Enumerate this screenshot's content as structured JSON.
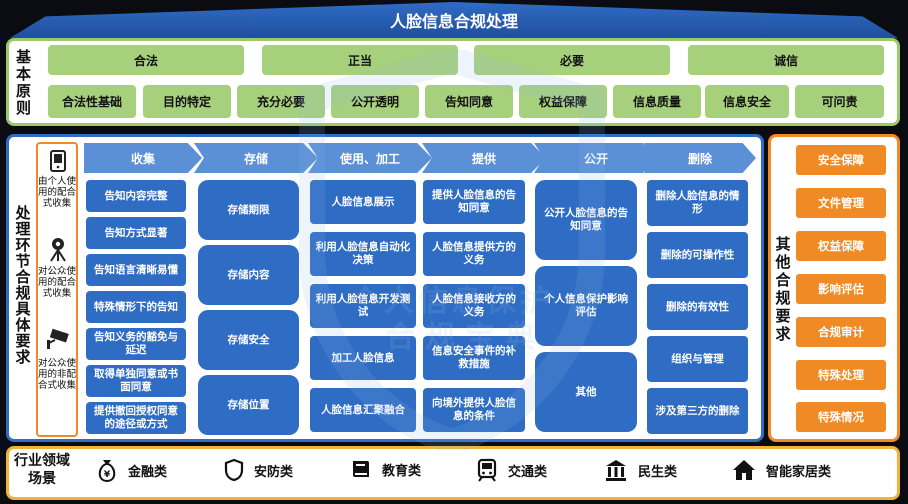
{
  "title": "人脸信息合规处理",
  "principles": {
    "label": "基本原则",
    "top": [
      "合法",
      "正当",
      "必要",
      "诚信"
    ],
    "bottom": [
      "合法性基础",
      "目的特定",
      "充分必要",
      "公开透明",
      "告知同意",
      "权益保障",
      "信息质量",
      "信息安全",
      "可问责"
    ]
  },
  "process": {
    "label": "处理环节合规具体要求",
    "methods": [
      "由个人使用的配合式收集",
      "对公众使用的配合式收集",
      "对公众使用的非配合式收集"
    ],
    "stages": [
      {
        "name": "收集",
        "items": [
          "告知内容完整",
          "告知方式显著",
          "告知语言清晰易懂",
          "特殊情形下的告知",
          "告知义务的豁免与延迟",
          "取得单独同意或书面同意",
          "提供撤回授权同意的途径或方式"
        ]
      },
      {
        "name": "存储",
        "items": [
          "存储期限",
          "存储内容",
          "存储安全",
          "存储位置"
        ]
      },
      {
        "name": "使用、加工",
        "items": [
          "人脸信息展示",
          "利用人脸信息自动化决策",
          "利用人脸信息开发测试",
          "加工人脸信息",
          "人脸信息汇聚融合"
        ]
      },
      {
        "name": "提供",
        "items": [
          "提供人脸信息的告知同意",
          "人脸信息提供方的义务",
          "人脸信息接收方的义务",
          "信息安全事件的补救措施",
          "向境外提供人脸信息的条件"
        ]
      },
      {
        "name": "公开",
        "items": [
          "公开人脸信息的告知同意",
          "个人信息保护影响评估",
          "其他"
        ]
      },
      {
        "name": "删除",
        "items": [
          "删除人脸信息的情形",
          "删除的可操作性",
          "删除的有效性",
          "组织与管理",
          "涉及第三方的删除"
        ]
      }
    ]
  },
  "other": {
    "label": "其他合规要求",
    "items": [
      "安全保障",
      "文件管理",
      "权益保障",
      "影响评估",
      "合规审计",
      "特殊处理",
      "特殊情况"
    ]
  },
  "industry": {
    "label": "行业领域场景",
    "items": [
      {
        "name": "金融类",
        "icon": "money-bag-icon"
      },
      {
        "name": "安防类",
        "icon": "shield-icon"
      },
      {
        "name": "教育类",
        "icon": "book-icon"
      },
      {
        "name": "交通类",
        "icon": "train-icon"
      },
      {
        "name": "民生类",
        "icon": "building-icon"
      },
      {
        "name": "智能家居类",
        "icon": "house-icon"
      }
    ]
  },
  "watermark": {
    "line1": "个人信息保护",
    "line2": "合规宝典"
  },
  "colors": {
    "blue": "#2f6cc4",
    "green": "#a7d07d",
    "orange": "#f08a24"
  }
}
